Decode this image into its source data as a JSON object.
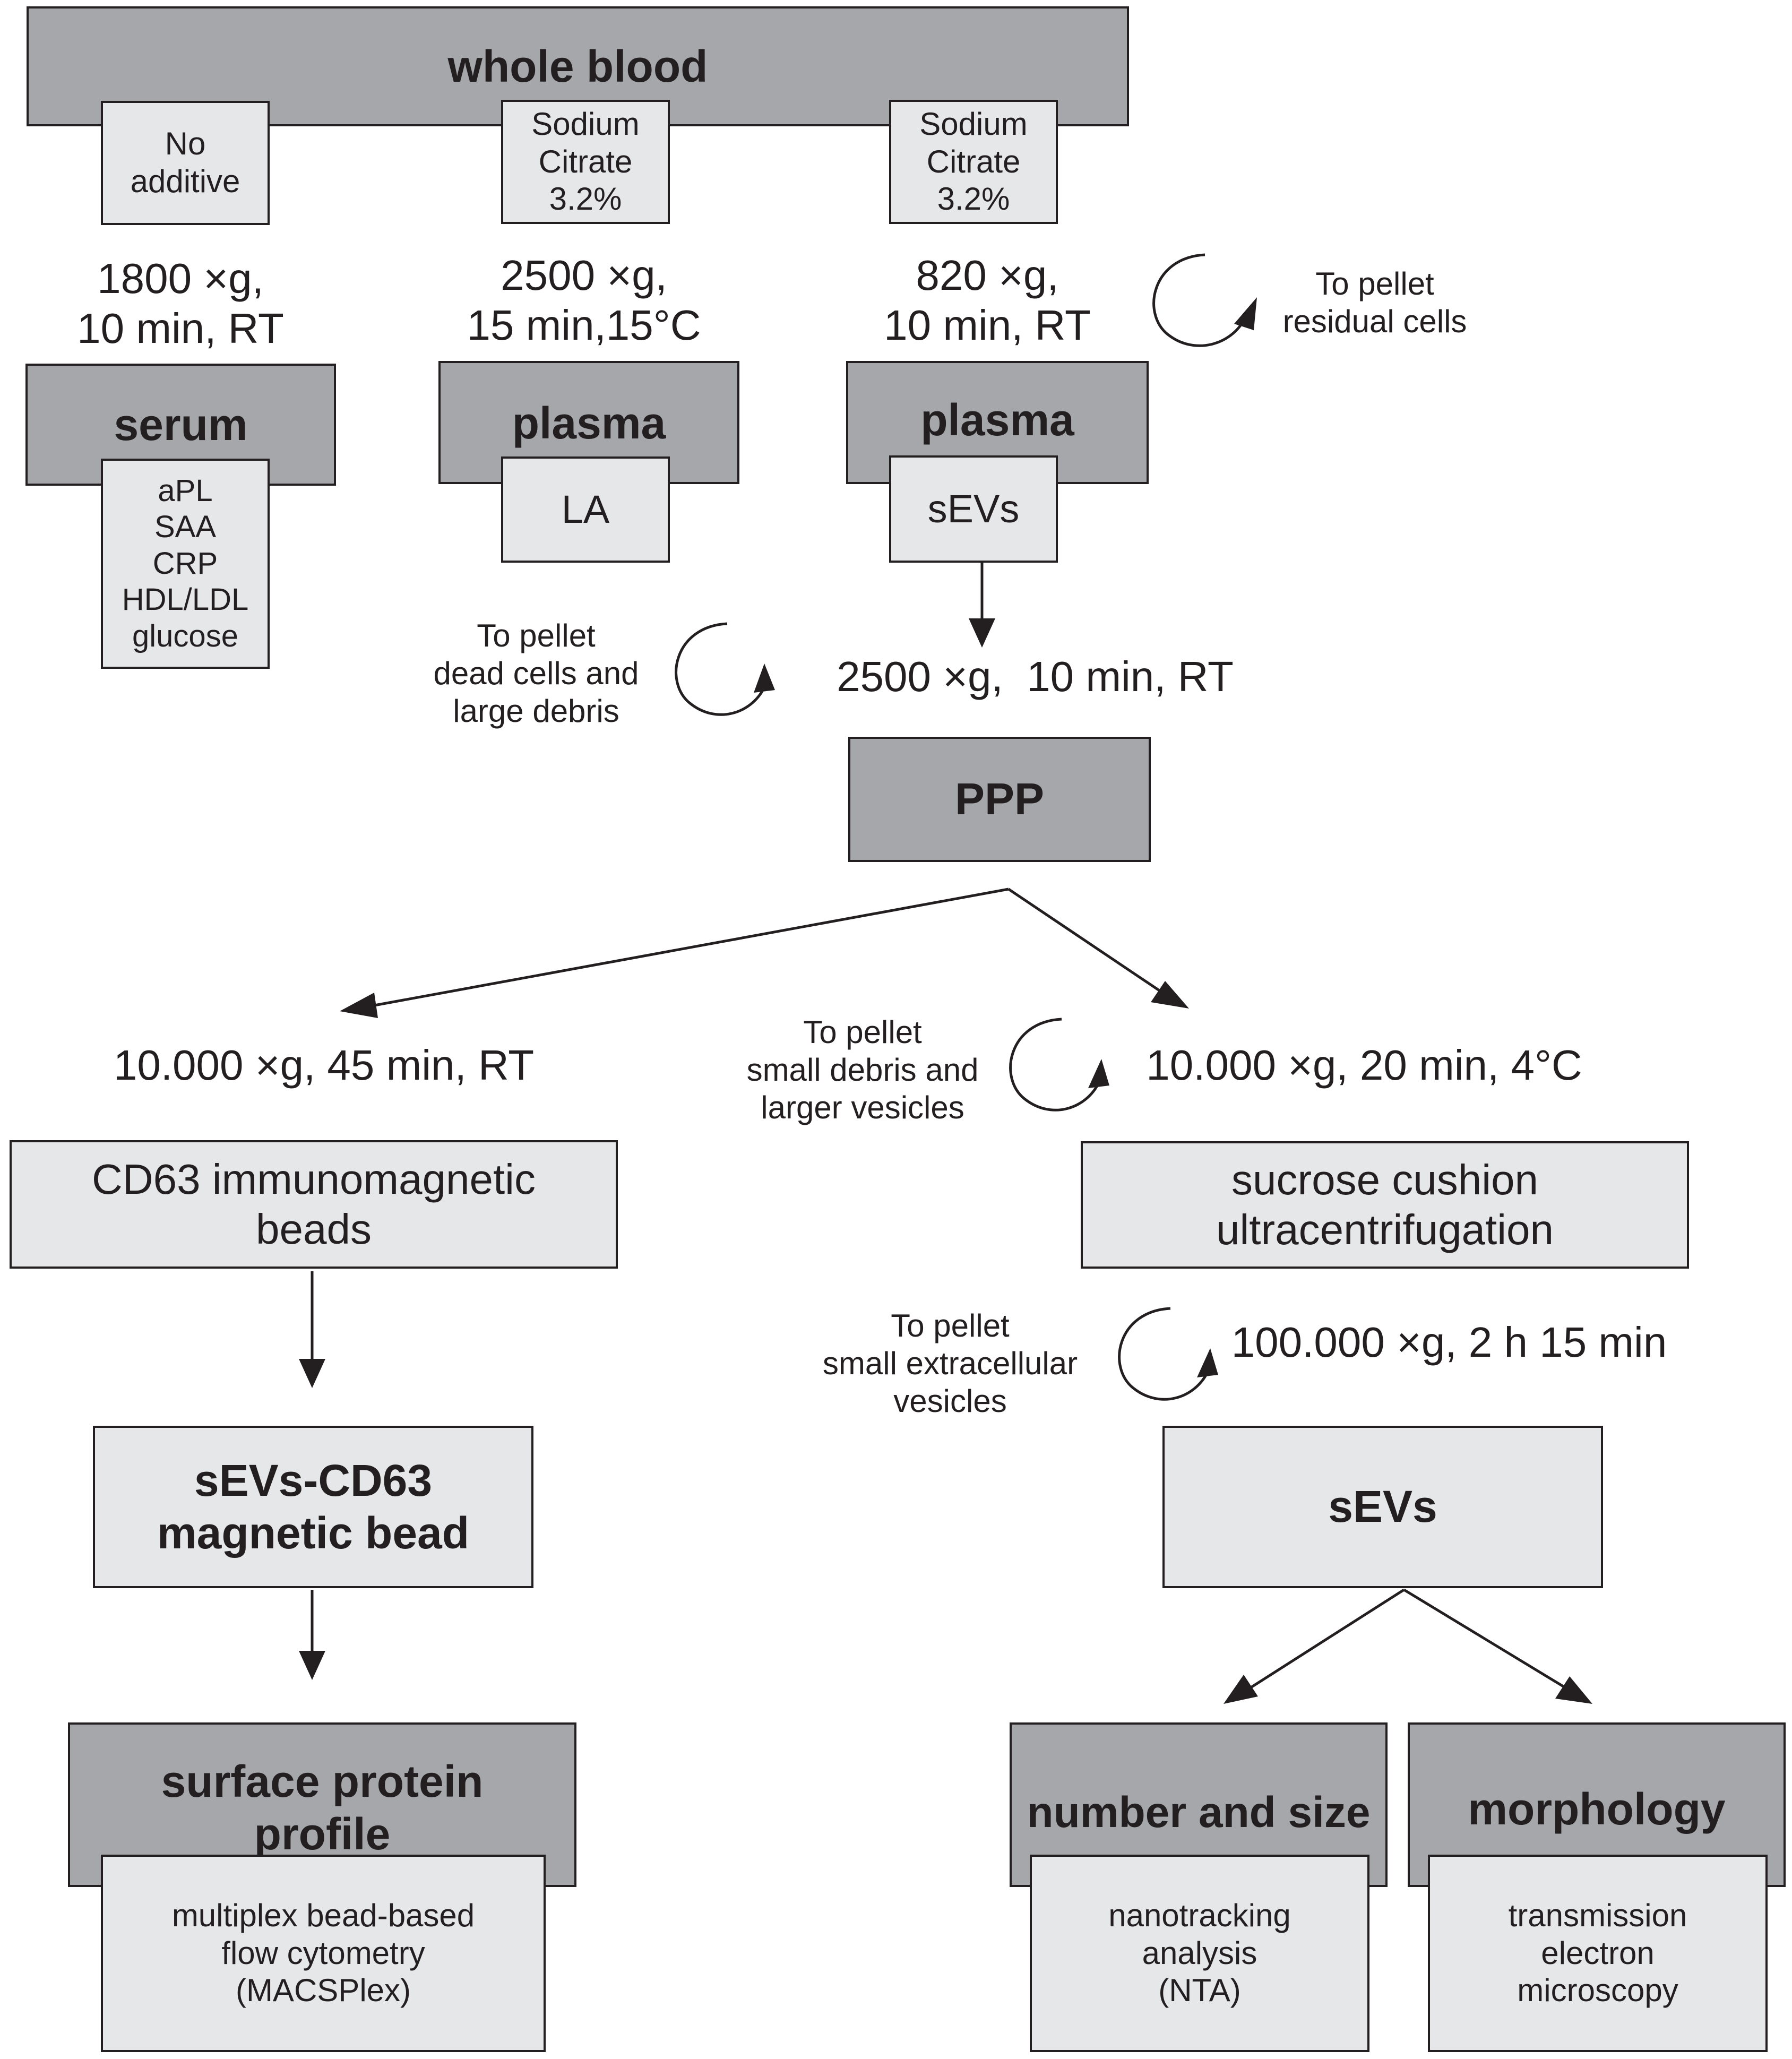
{
  "top": {
    "title": "whole blood",
    "tubes": [
      "No\nadditive",
      "Sodium\nCitrate\n3.2%",
      "Sodium\nCitrate\n3.2%"
    ]
  },
  "spins": {
    "serum": "1800 ×g,\n10 min, RT",
    "plasma_la": "2500 ×g,\n15 min,15°C",
    "plasma_sevs": "820 ×g,\n10 min, RT",
    "ppp": "2500 ×g,  10 min, RT",
    "left_branch": "10.000 ×g, 45 min, RT",
    "right_branch": "10.000 ×g, 20 min, 4°C",
    "ultra": "100.000 ×g, 2 h 15 min"
  },
  "notes": {
    "residual": "To pellet\nresidual cells",
    "dead": "To pellet\ndead cells and\nlarge debris",
    "small_debris": "To pellet\nsmall debris and\nlarger vesicles",
    "small_ev": "To pellet\nsmall extracellular\nvesicles"
  },
  "serum": {
    "title": "serum",
    "assays": "aPL\nSAA\nCRP\nHDL/LDL\nglucose"
  },
  "plasma_la": {
    "title": "plasma",
    "assay": "LA"
  },
  "plasma_sevs": {
    "title": "plasma",
    "assay": "sEVs"
  },
  "ppp": "PPP",
  "left": {
    "beads": "CD63 immunomagnetic\nbeads",
    "bead_product": "sEVs-CD63\nmagnetic bead",
    "profile": "surface protein\nprofile",
    "method": "multiplex bead-based\nflow cytometry\n(MACSPlex)"
  },
  "right": {
    "cushion": "sucrose cushion\nultracentrifugation",
    "sevs": "sEVs",
    "size_title": "number and size",
    "size_method": "nanotracking\nanalysis\n(NTA)",
    "morph_title": "morphology",
    "morph_method": "transmission\nelectron\nmicroscopy"
  }
}
